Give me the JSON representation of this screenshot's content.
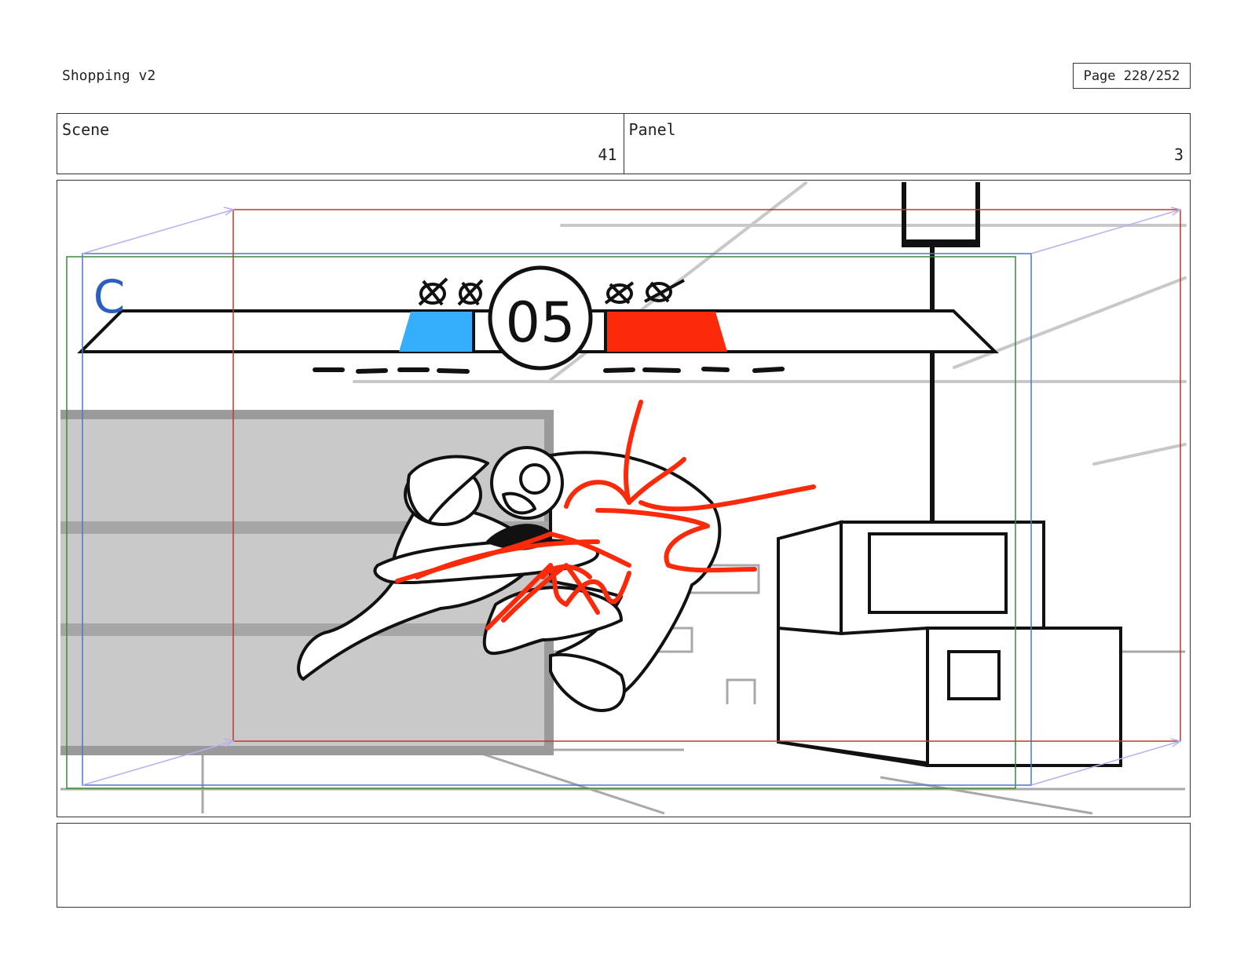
{
  "document": {
    "title": "Shopping v2",
    "page_label": "Page 228/252"
  },
  "scene": {
    "label": "Scene",
    "value": "41"
  },
  "panel": {
    "label": "Panel",
    "value": "3"
  },
  "hud": {
    "timer": "05",
    "team_letter": "C"
  },
  "notes": {
    "text": ""
  },
  "colors": {
    "blue_team": "#35aefc",
    "red_team": "#fa2a0a",
    "shelf": "#c9c9c9",
    "guide_red": "#c0392b",
    "guide_green": "#3a8a3a",
    "guide_blue": "#4a78c8"
  }
}
